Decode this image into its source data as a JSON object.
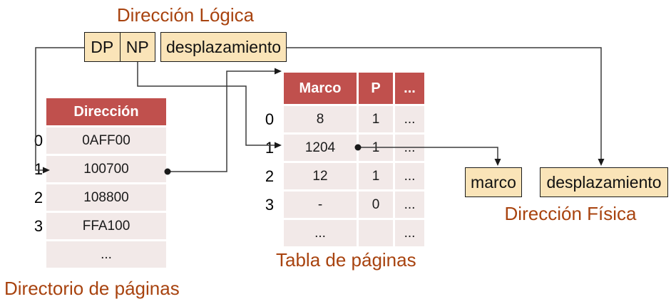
{
  "colors": {
    "accent_red": "#C0504D",
    "row_pink": "#F2E9E8",
    "box_tan": "#FAE4B8",
    "caption_rust": "#A8430F",
    "line": "#3b3b3b"
  },
  "logical_address": {
    "title": "Dirección Lógica",
    "dp_label": "DP",
    "np_label": "NP",
    "offset_label": "desplazamiento"
  },
  "page_directory": {
    "caption": "Directorio de páginas",
    "header": "Dirección",
    "row_indices": [
      "0",
      "1",
      "2",
      "3"
    ],
    "rows": [
      "0AFF00",
      "100700",
      "108800",
      "FFA100",
      "..."
    ]
  },
  "page_table": {
    "caption": "Tabla de páginas",
    "headers": [
      "Marco",
      "P",
      "..."
    ],
    "row_indices": [
      "0",
      "1",
      "2",
      "3"
    ],
    "rows": [
      [
        "8",
        "1",
        "..."
      ],
      [
        "1204",
        "1",
        "..."
      ],
      [
        "12",
        "1",
        "..."
      ],
      [
        "-",
        "0",
        "..."
      ],
      [
        "...",
        "",
        "..."
      ]
    ]
  },
  "physical_address": {
    "title": "Dirección Física",
    "frame_label": "marco",
    "offset_label": "desplazamiento"
  }
}
